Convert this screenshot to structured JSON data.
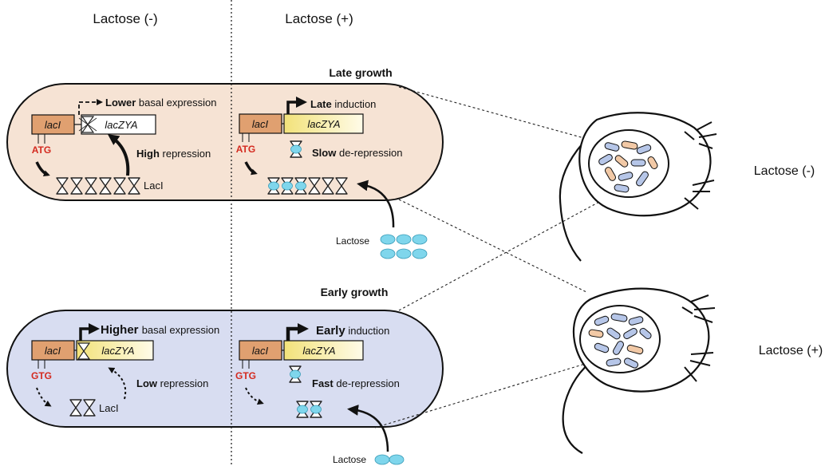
{
  "header": {
    "left_condition": "Lactose (-)",
    "right_condition": "Lactose (+)"
  },
  "colors": {
    "late_cell": "#f6e3d4",
    "early_cell": "#d8ddf1",
    "laci_box": "#e0a070",
    "atg_red": "#d42a1f",
    "bacteria_orange": "#f2c9a6",
    "bacteria_blue": "#b6c6e8",
    "lactose_cyan": "#7fd6ec"
  },
  "top_cell": {
    "title": "Late growth",
    "gene_laci": "lacI",
    "gene_laczya": "lacZYA",
    "start_codon": "ATG",
    "left": {
      "expr_bold": "Lower",
      "expr_rest": "basal expression",
      "rep_bold": "High",
      "rep_rest": "repression",
      "protein": "LacI"
    },
    "right": {
      "gene_laci": "lacI",
      "gene_laczya": "lacZYA",
      "start_codon": "ATG",
      "ind_bold": "Late",
      "ind_rest": "induction",
      "derep_bold": "Slow",
      "derep_rest": "de-repression"
    },
    "lactose_label": "Lactose"
  },
  "bottom_cell": {
    "title": "Early growth",
    "gene_laci": "lacI",
    "gene_laczya": "lacZYA",
    "start_codon": "GTG",
    "left": {
      "expr_bold": "Higher",
      "expr_rest": "basal expression",
      "rep_bold": "Low",
      "rep_rest": "repression",
      "protein": "LacI"
    },
    "right": {
      "gene_laci": "lacI",
      "gene_laczya": "lacZYA",
      "start_codon": "GTG",
      "ind_bold": "Early",
      "ind_rest": "induction",
      "derep_bold": "Fast",
      "derep_rest": "de-repression"
    },
    "lactose_label": "Lactose"
  },
  "mice": {
    "top_label": "Lactose (-)",
    "bottom_label": "Lactose (+)"
  }
}
